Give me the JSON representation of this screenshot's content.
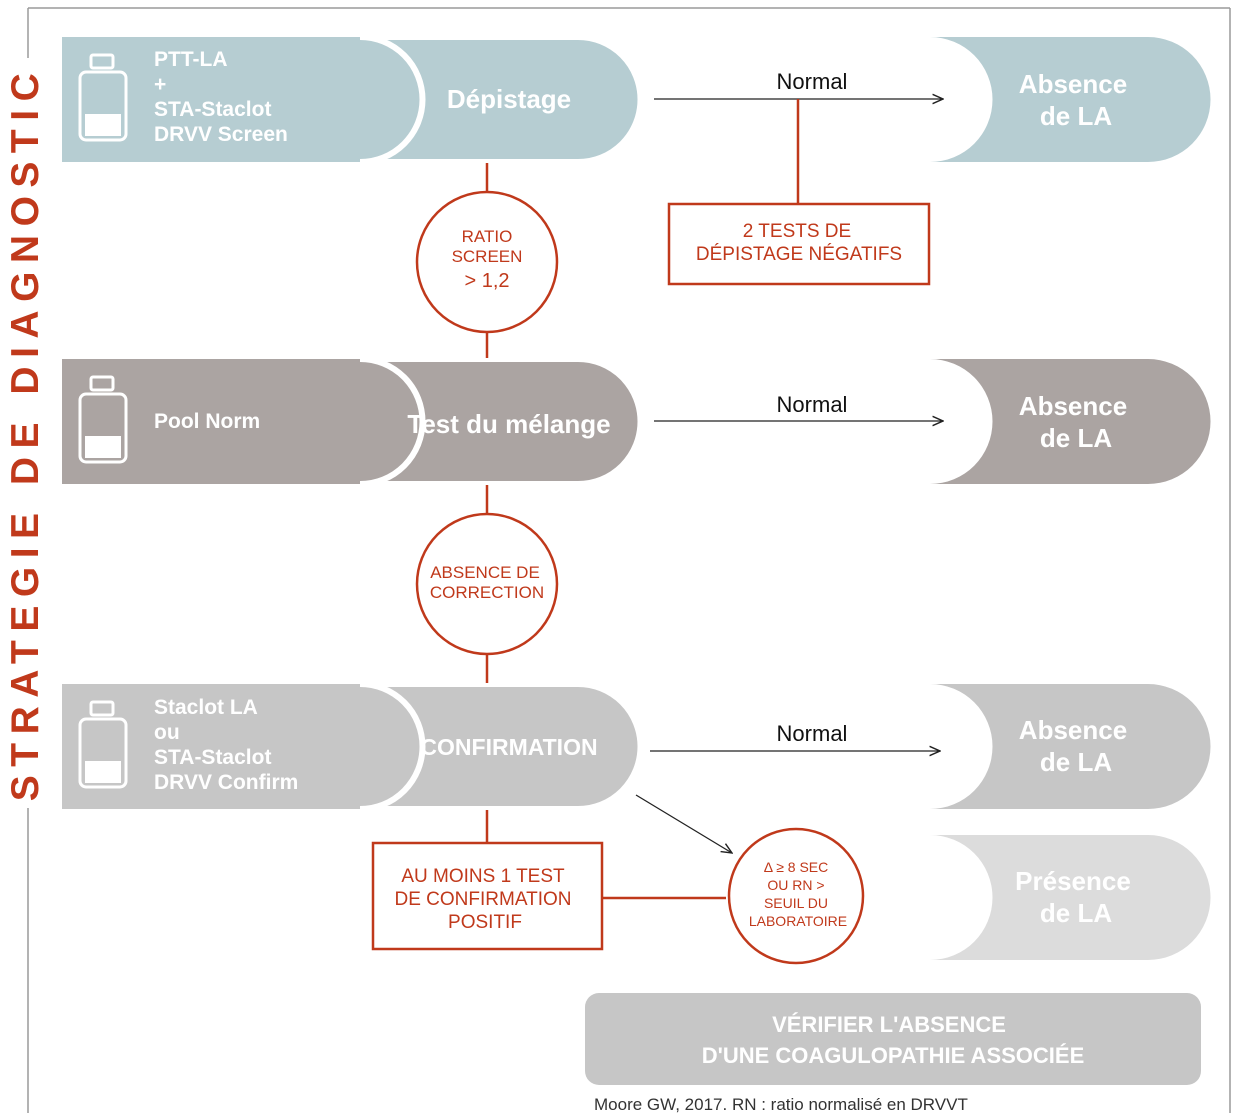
{
  "side_title": "STRATEGIE DE DIAGNOSTIC",
  "colors": {
    "row1": "#b6cdd2",
    "row2": "#aba4a2",
    "row3": "#c6c6c6",
    "row4": "#dcdcdc",
    "accent": "#c0391b"
  },
  "icon": "reagent-vial-icon",
  "rows": [
    {
      "reagent_lines": [
        "PTT-LA",
        "+",
        "STA-Staclot",
        "DRVV Screen"
      ],
      "step": "Dépistage",
      "normal": "Normal",
      "result_lines": [
        "Absence",
        "de LA"
      ]
    },
    {
      "reagent_lines": [
        "Pool Norm"
      ],
      "step": "Test du mélange",
      "normal": "Normal",
      "result_lines": [
        "Absence",
        "de LA"
      ]
    },
    {
      "reagent_lines": [
        "Staclot LA",
        "ou",
        "STA-Staclot",
        "DRVV Confirm"
      ],
      "step": "CONFIRMATION",
      "normal": "Normal",
      "result_lines": [
        "Absence",
        "de LA"
      ]
    }
  ],
  "presence_lines": [
    "Présence",
    "de LA"
  ],
  "circles": {
    "ratio": [
      "RATIO",
      "SCREEN",
      "> 1,2"
    ],
    "correction": [
      "ABSENCE DE",
      "CORRECTION"
    ],
    "delta": [
      "Δ ≥ 8 SEC",
      "OU RN >",
      "SEUIL DU",
      "LABORATOIRE"
    ]
  },
  "boxes": {
    "negatifs": [
      "2 TESTS DE",
      "DÉPISTAGE NÉGATIFS"
    ],
    "positif": [
      "AU MOINS 1 TEST",
      "DE CONFIRMATION",
      "POSITIF"
    ]
  },
  "verify_lines": [
    "VÉRIFIER L'ABSENCE",
    "D'UNE COAGULOPATHIE ASSOCIÉE"
  ],
  "footnote": "Moore GW, 2017. RN : ratio normalisé en DRVVT"
}
